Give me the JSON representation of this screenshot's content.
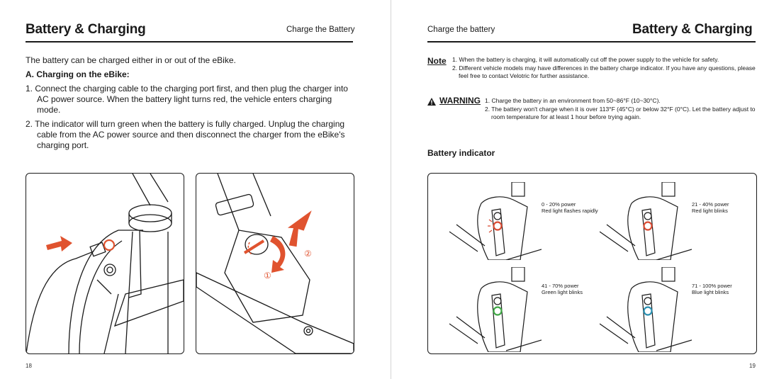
{
  "left_page": {
    "title": "Battery & Charging",
    "section": "Charge the Battery",
    "intro": "The battery can be charged either in or out of the eBike.",
    "subheading": "A. Charging on the eBike:",
    "steps": [
      "1. Connect the charging cable to the charging port first, and then plug the charger into AC power source. When the battery light turns red, the vehicle enters charging mode.",
      "2. The indicator will turn green when the battery is fully charged. Unplug the charging cable from the AC power source and then disconnect the charger from the eBike's charging port."
    ],
    "figure_labels": [
      "①",
      "②"
    ],
    "page_number": "18"
  },
  "right_page": {
    "title": "Battery & Charging",
    "section": "Charge the battery",
    "note_label": "Note",
    "note_lines": [
      "1. When the battery is charging, it will automatically cut off the power supply to the vehicle for safety.",
      "2. Different vehicle models may have differences in the battery charge indicator. If you have any questions, please feel free to contact Velotric for further assistance."
    ],
    "warning_label": "WARNING",
    "warning_lines": [
      "1. Charge the battery in an environment from 50~86°F (10~30°C).",
      "2. The battery won't charge when it is over 113°F (45°C) or below 32°F (0°C). Let the battery adjust to room temperature for at least 1 hour before trying again."
    ],
    "indicator_heading": "Battery indicator",
    "indicators": [
      {
        "range": "0 - 20% power",
        "desc": "Red light flashes rapidly",
        "color": "#d94b33"
      },
      {
        "range": "21 - 40% power",
        "desc": "Red light blinks",
        "color": "#d94b33"
      },
      {
        "range": "41 - 70% power",
        "desc": "Green light blinks",
        "color": "#3fa845"
      },
      {
        "range": "71 - 100% power",
        "desc": "Blue light blinks",
        "color": "#2a8fb0"
      }
    ],
    "page_number": "19"
  },
  "colors": {
    "accent": "#e0532f",
    "ink": "#1a1a1a"
  }
}
